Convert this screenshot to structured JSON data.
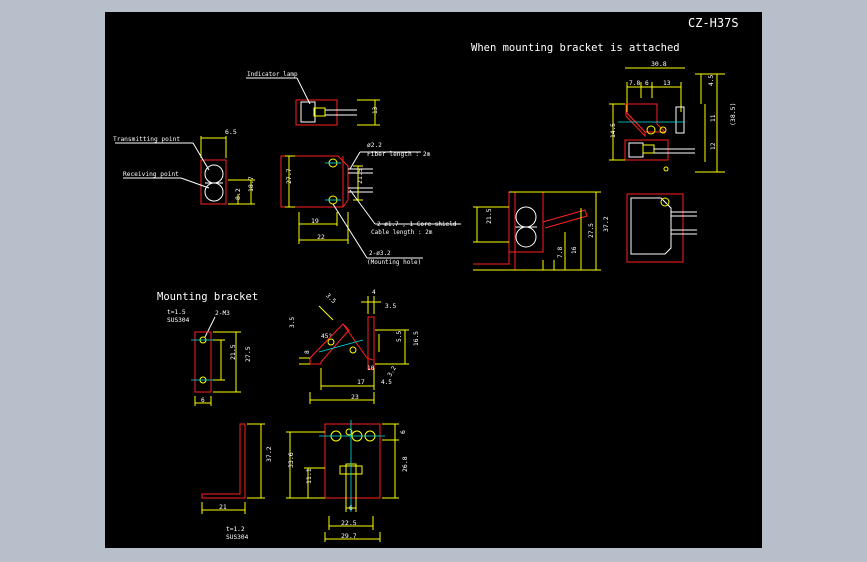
{
  "title": "CZ-H37S",
  "header": "When mounting bracket is attached",
  "section_bracket": "Mounting bracket",
  "labels": {
    "indicator": "Indicator lamp",
    "transmit": "Transmitting point",
    "receive": "Receiving point",
    "fiber": "Fiber length : 2m",
    "phi22": "ø2.2",
    "cable1": "2-ø1.7 , 1-Core shield",
    "cable2": "Cable length : 2m",
    "hole1": "2-ø3.2",
    "hole2": "(Mounting hole)",
    "t15": "t=1.5",
    "sus1": "SUS304",
    "m3": "2-M3",
    "t12": "t=1.2",
    "sus2": "SUS304"
  },
  "dims": {
    "d13a": "13",
    "d65": "6.5",
    "d277": "27.7",
    "d215a": "21.5",
    "d82": "8.2",
    "d187": "18.7",
    "d19": "19",
    "d22": "22",
    "d308": "30.8",
    "d78a": "7.8",
    "d6a": "6",
    "d13b": "13",
    "d45a": "4.5",
    "d11": "11",
    "d145": "14.5",
    "d12": "12",
    "d385": "(38.5)",
    "d215b": "21.5",
    "d275": "27.5",
    "d372a": "37.2",
    "d78b": "7.8",
    "d16": "16",
    "d215c": "21.5",
    "d275b": "27.5",
    "d6b": "6",
    "d35a": "3.5",
    "d4": "4",
    "d35b": "3.5",
    "d35c": "3.5",
    "d45deg": "45°",
    "d8": "8",
    "d55": "5.5",
    "d165": "16.5",
    "d10": "10",
    "d17": "17",
    "d23": "23",
    "d32": "3.2",
    "d45b": "4.5",
    "d372b": "37.2",
    "d21": "21",
    "d336": "33.6",
    "d111": "11.1",
    "d268": "26.8",
    "d6c": "6",
    "d6d": "6",
    "d225": "22.5",
    "d297": "29.7"
  }
}
